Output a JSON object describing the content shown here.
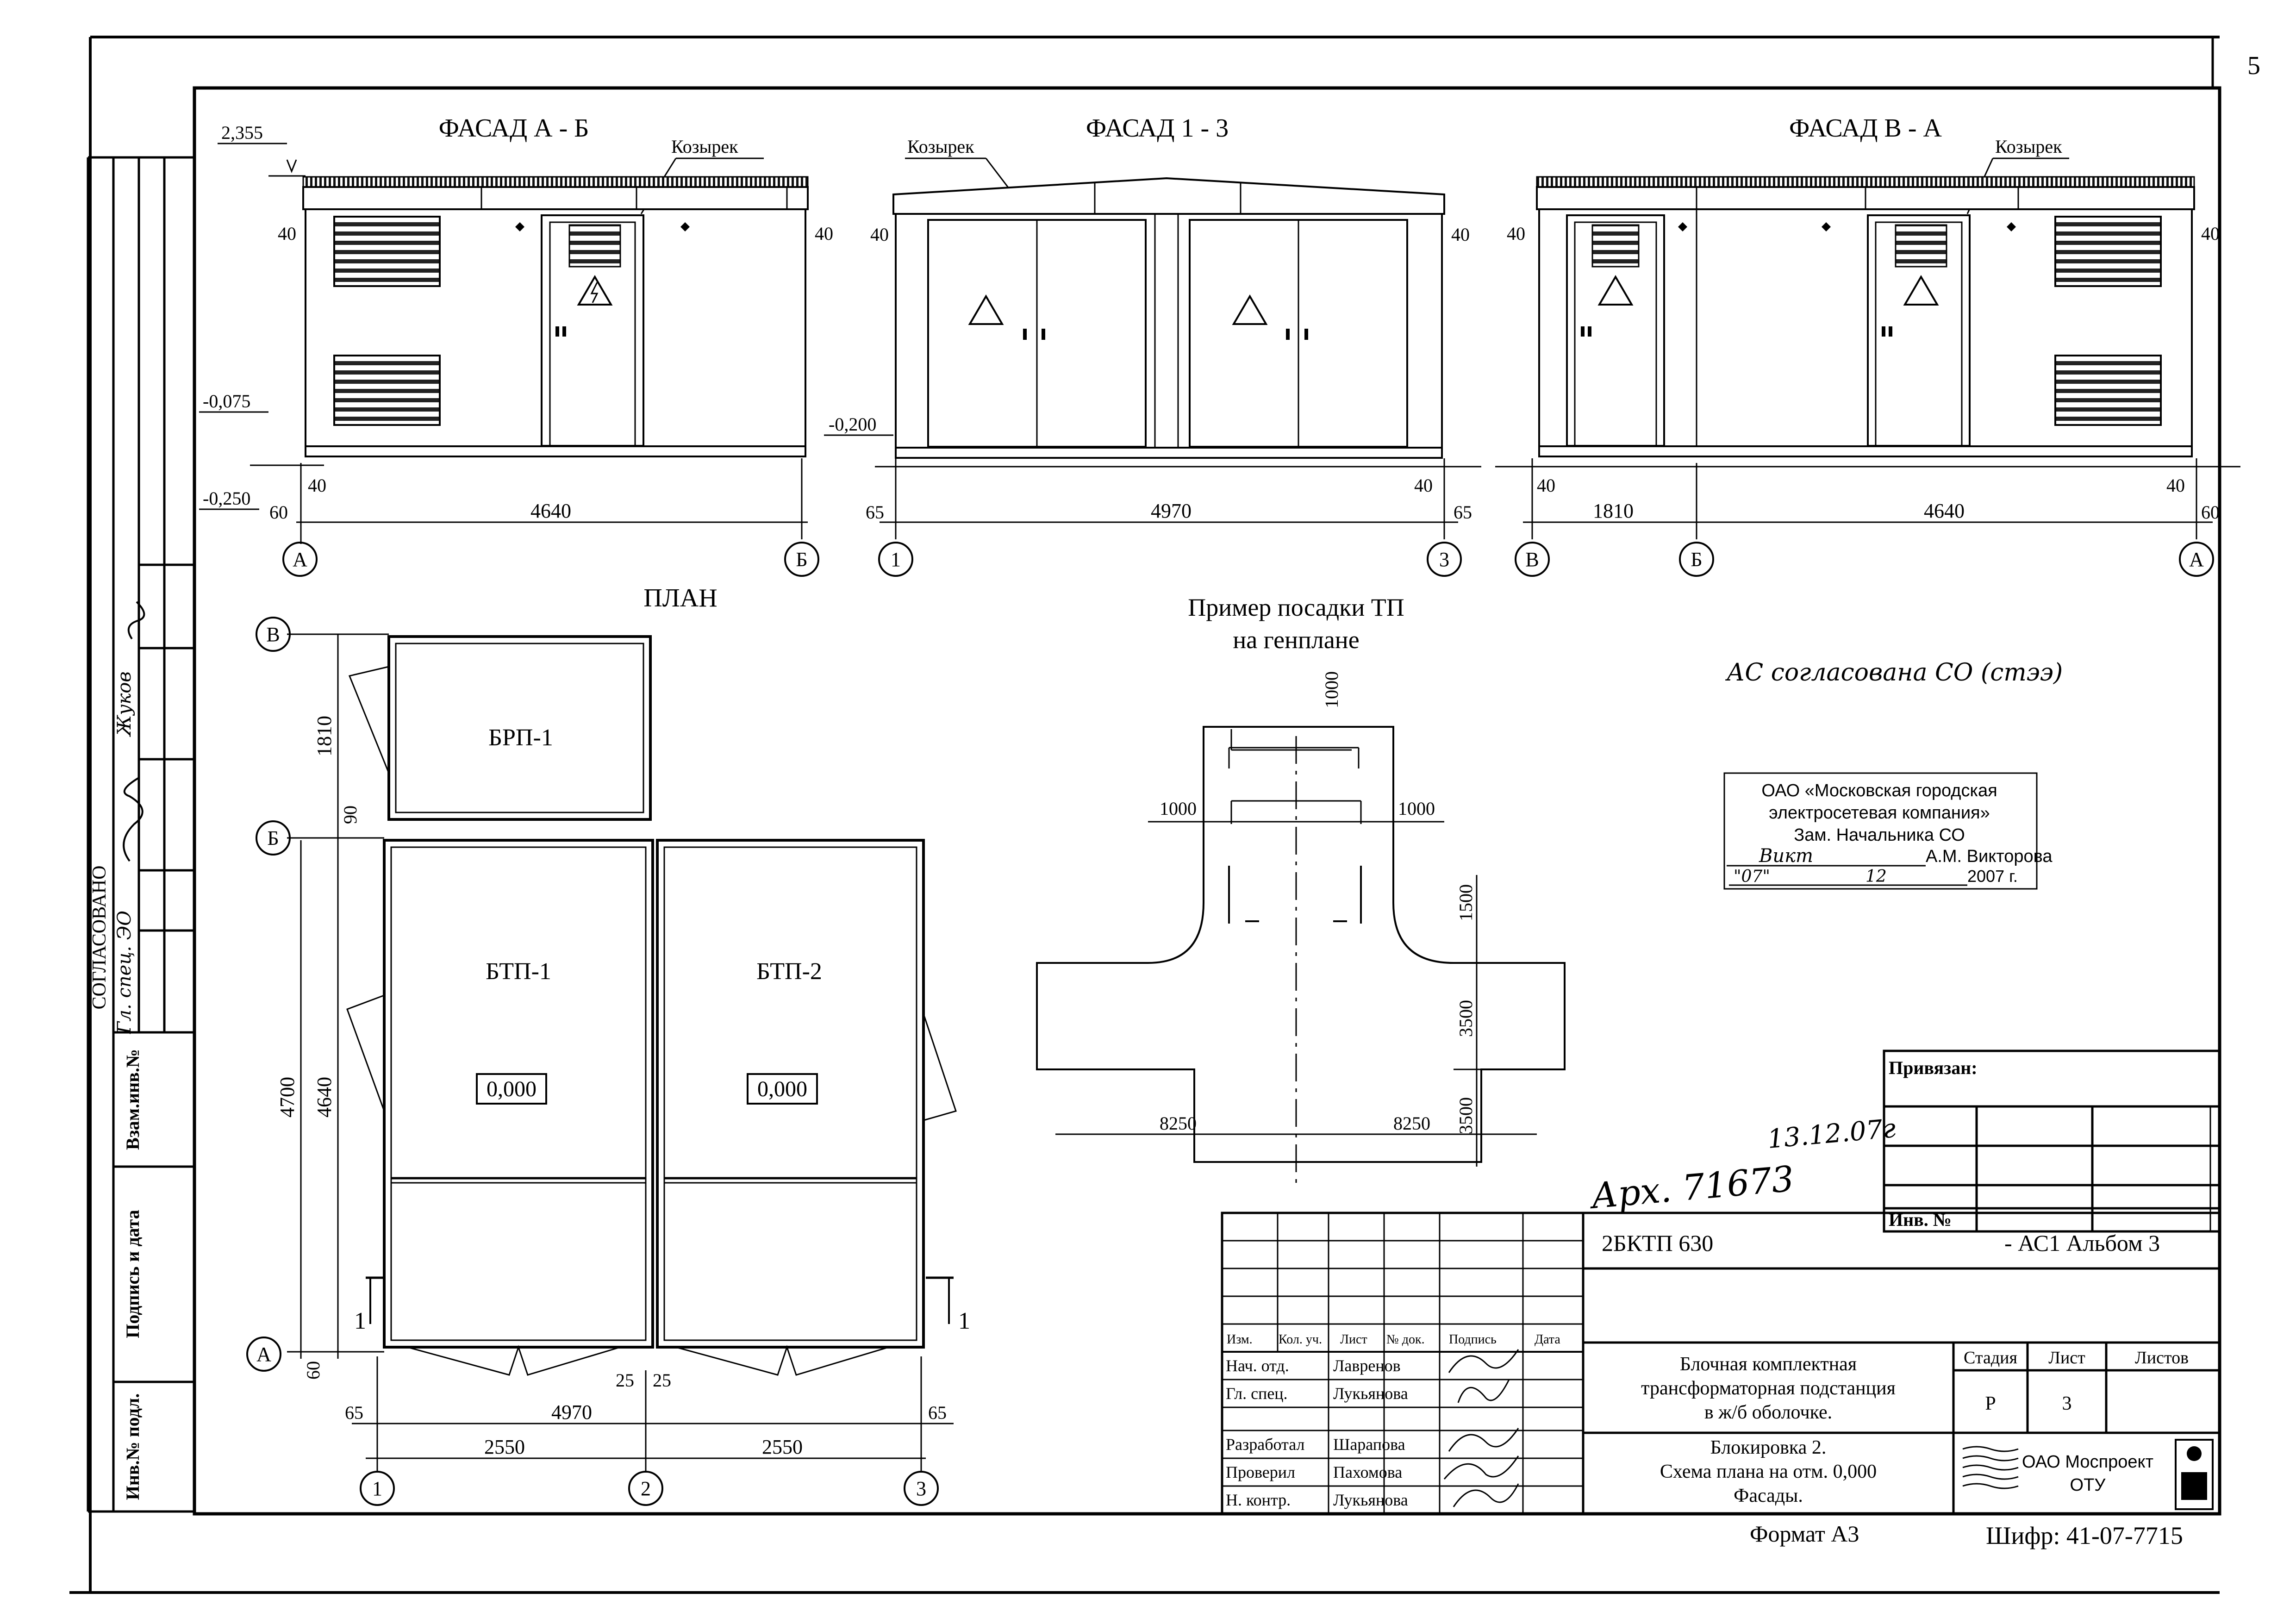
{
  "sheet_number": "5",
  "facades": {
    "ab": {
      "title": "ФАСАД  А - Б",
      "canopy": "Козырек",
      "lvl_top": "2,355",
      "lvl_m1": "-0,075",
      "lvl_m2": "-0,250",
      "d40a": "40",
      "d40b": "40",
      "d40c": "40",
      "d60": "60",
      "d_total": "4640",
      "axis_left": "А",
      "axis_right": "Б"
    },
    "f13": {
      "title": "ФАСАД  1 - 3",
      "canopy": "Козырек",
      "lvl": "-0,200",
      "d40a": "40",
      "d40b": "40",
      "d40c": "40",
      "d65a": "65",
      "d65b": "65",
      "d_total": "4970",
      "axis_left": "1",
      "axis_right": "3"
    },
    "va": {
      "title": "ФАСАД  В - А",
      "canopy": "Козырек",
      "d40a": "40",
      "d40b": "40",
      "d40c": "40",
      "d40d": "40",
      "d60": "60",
      "d1": "1810",
      "d2": "4640",
      "axis_left": "В",
      "axis_mid": "Б",
      "axis_right": "А"
    }
  },
  "plan": {
    "title": "ПЛАН",
    "room1": "БРП-1",
    "room2": "БТП-1",
    "room3": "БТП-2",
    "lvl1": "0,000",
    "lvl2": "0,000",
    "d1810": "1810",
    "d90": "90",
    "d4700": "4700",
    "d4640": "4640",
    "d60": "60",
    "d65a": "65",
    "d65b": "65",
    "d25a": "25",
    "d25b": "25",
    "d4970": "4970",
    "d2550a": "2550",
    "d2550b": "2550",
    "section_a": "1",
    "section_b": "1",
    "axis_v": "В",
    "axis_b": "Б",
    "axis_a": "А",
    "axis_1": "1",
    "axis_2": "2",
    "axis_3": "3"
  },
  "site": {
    "title_l1": "Пример посадки ТП",
    "title_l2": "на генплане",
    "d1000_top": "1000",
    "d1000_l": "1000",
    "d1000_r": "1000",
    "d1500": "1500",
    "d3500a": "3500",
    "d3500b": "3500",
    "d8250a": "8250",
    "d8250b": "8250"
  },
  "handwritten": {
    "note": "АС согласована СО (стээ)",
    "date": "13.12.07г",
    "arch": "Арх. 71673"
  },
  "stamp": {
    "l1": "ОАО «Московская городская",
    "l2": "электросетевая компания»",
    "l3": "Зам. Начальника СО",
    "sig": "Викт",
    "name": "А.М. Викторова",
    "date_day": "\"07\"",
    "date_month": "12",
    "date_year": "2007 г."
  },
  "side_block": {
    "agreed": "СОГЛАСОВАНО",
    "r1": "Гл. спец. ЭО",
    "r2": "Жуков",
    "inv_repl": "Взам.инв.№",
    "sign_date": "Подпись и дата",
    "inv_orig": "Инв.№ подл."
  },
  "binding": {
    "label": "Привязан:",
    "inv": "Инв. №"
  },
  "title_block": {
    "code": "2БКТП   630",
    "album": "- АС1  Альбом 3",
    "col_izm": "Изм.",
    "col_kol": "Кол. уч.",
    "col_list": "Лист",
    "col_doc": "№ док.",
    "col_sign": "Подпись",
    "col_date": "Дата",
    "roles": [
      "Нач. отд.",
      "Гл. спец.",
      "Разработал",
      "Проверил",
      "Н. контр."
    ],
    "names": [
      "Лавренов",
      "Лукьянова",
      "Шарапова",
      "Пахомова",
      "Лукьянова"
    ],
    "desc1": "Блочная комплектная",
    "desc2": "трансформаторная подстанция",
    "desc3": "в ж/б оболочке.",
    "stage_h": "Стадия",
    "sheet_h": "Лист",
    "sheets_h": "Листов",
    "stage": "Р",
    "sheet": "3",
    "sheet_title1": "Блокировка 2.",
    "sheet_title2": "Схема плана на отм. 0,000",
    "sheet_title3": "Фасады.",
    "org1": "ОАО Моспроект",
    "org2": "ОТУ",
    "format": "Формат А3",
    "cipher": "Шифр: 41-07-7715"
  }
}
